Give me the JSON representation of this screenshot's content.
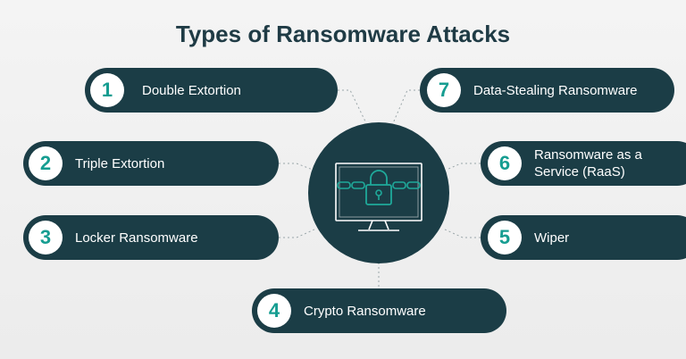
{
  "title": "Types of Ransomware Attacks",
  "colors": {
    "pill_background": "#1b3d46",
    "number_color": "#169d91",
    "title_color": "#1f3b45",
    "icon_accent": "#1fa99a"
  },
  "hub_icon": "computer-monitor-with-padlock-and-chain-icon",
  "items": [
    {
      "number": "1",
      "label": "Double Extortion"
    },
    {
      "number": "2",
      "label": "Triple Extortion"
    },
    {
      "number": "3",
      "label": "Locker Ransomware"
    },
    {
      "number": "4",
      "label": "Crypto Ransomware"
    },
    {
      "number": "5",
      "label": "Wiper"
    },
    {
      "number": "6",
      "label": "Ransomware as a Service (RaaS)"
    },
    {
      "number": "7",
      "label": "Data-Stealing Ransomware"
    }
  ]
}
